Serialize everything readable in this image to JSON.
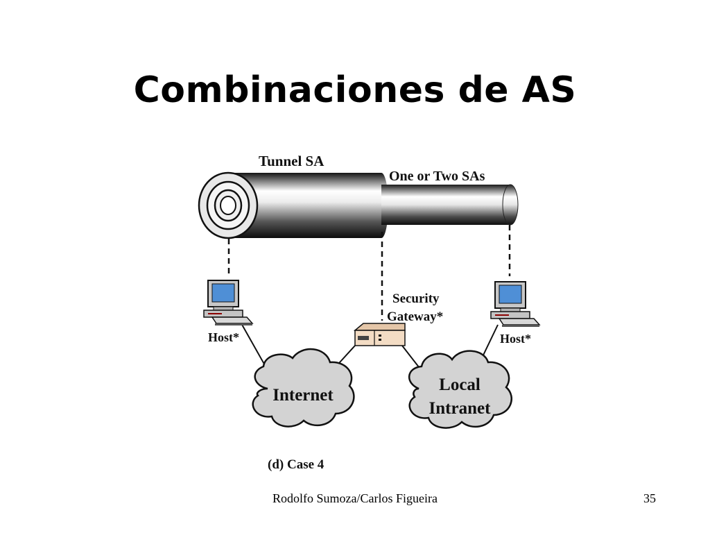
{
  "slide": {
    "title": "Combinaciones de AS",
    "footer_author": "Rodolfo Sumoza/Carlos Figueira",
    "page_number": "35"
  },
  "diagram": {
    "tunnel_label": "Tunnel SA",
    "inner_label": "One or Two SAs",
    "gateway_label_line1": "Security",
    "gateway_label_line2": "Gateway*",
    "host_left_label": "Host*",
    "host_right_label": "Host*",
    "cloud_left_label": "Internet",
    "cloud_right_label_line1": "Local",
    "cloud_right_label_line2": "Intranet",
    "caption": "(d) Case 4"
  },
  "colors": {
    "cloud_fill": "#d3d3d3",
    "monitor_screen": "#4f8fd6",
    "gateway_body": "#f3dcc4",
    "tube_dark": "#111111",
    "tube_light": "#ffffff"
  },
  "icons": [
    "monitor-icon",
    "keyboard-icon",
    "gateway-icon",
    "cloud-icon"
  ]
}
